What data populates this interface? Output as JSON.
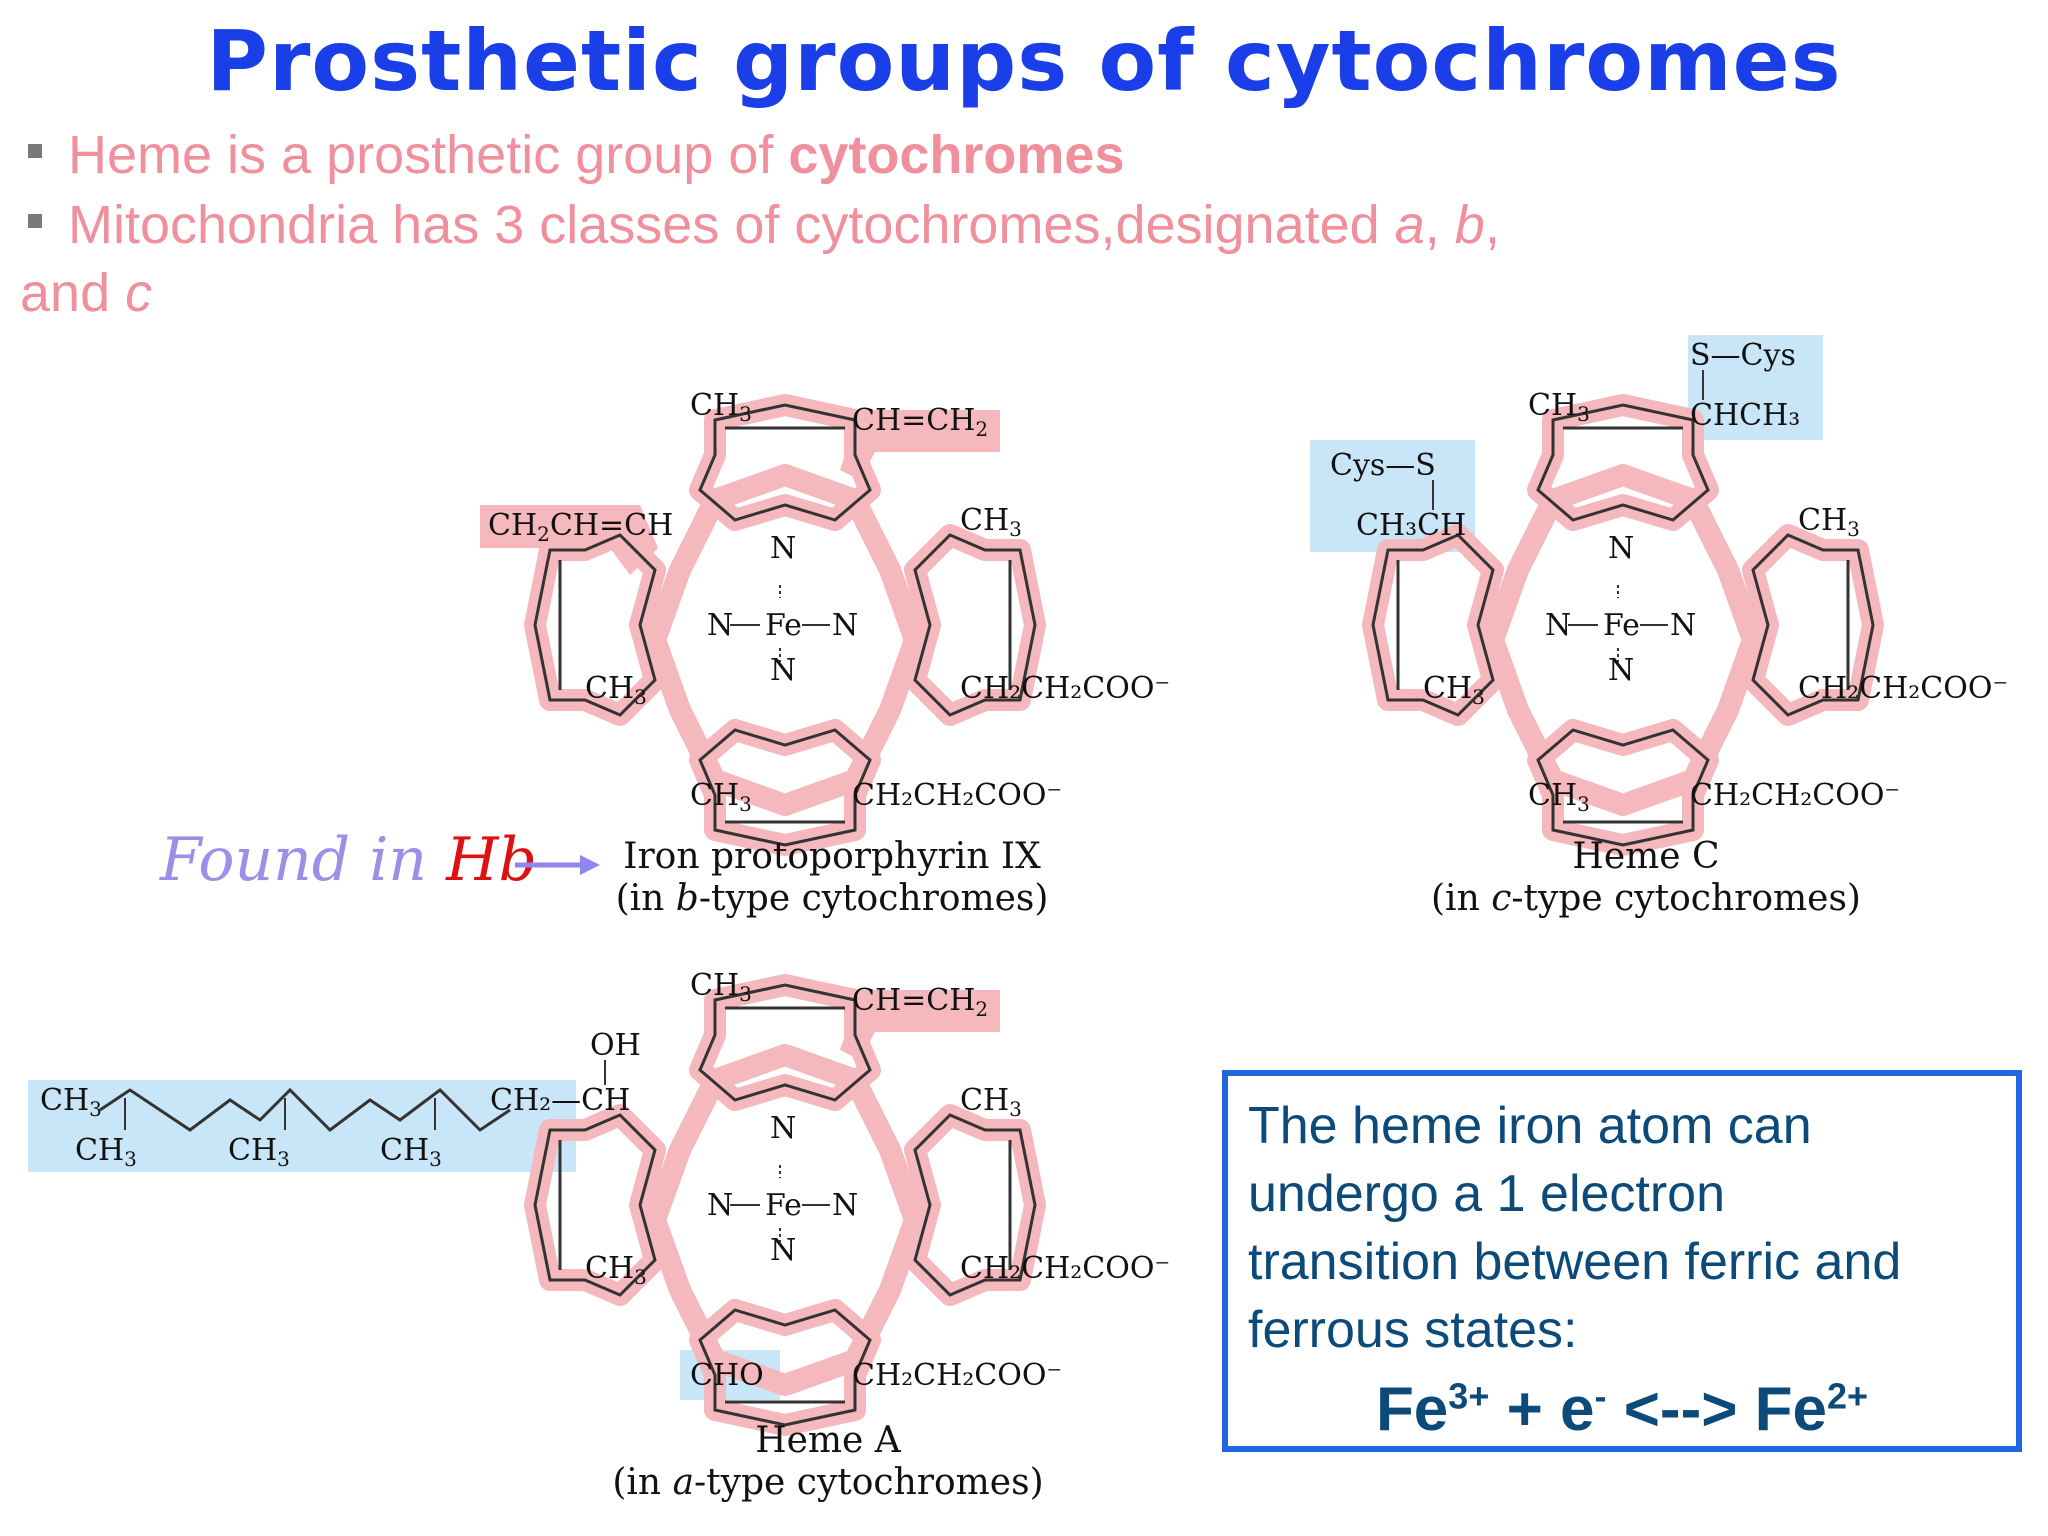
{
  "title": "Prosthetic groups of cytochromes",
  "bullets": {
    "b1_pre": "Heme  is a prosthetic group of ",
    "b1_bold": "cytochromes",
    "b2_line1": "Mitochondria has 3 classes of cytochromes,designated ",
    "b2_a": "a",
    "b2_sep1": ", ",
    "b2_b": "b",
    "b2_sep2": ",",
    "b2_line2_pre": "and ",
    "b2_c": "c"
  },
  "annotation": {
    "found_in": "Found in ",
    "hb": "Hb"
  },
  "labels": {
    "ch3": "CH",
    "three": "3",
    "n": "N",
    "fe": "Fe",
    "vinyl_right": "CH=CH",
    "vinyl_left": "CH=CH",
    "two": "2",
    "propionate": "CH₂CH₂COO⁻",
    "cys_s": "Cys—S",
    "ch3ch": "CH₃CH",
    "s_cys": "S—Cys",
    "chch3": "CHCH₃",
    "oh": "OH",
    "ch2_ch": "CH₂—CH",
    "cho": "CHO"
  },
  "captions": {
    "iron_title": "Iron protoporphyrin IX",
    "iron_sub_pre": "(in ",
    "iron_sub_it": "b",
    "iron_sub_post": "-type cytochromes)",
    "hemec_title": "Heme C",
    "hemec_sub_pre": "(in ",
    "hemec_sub_it": "c",
    "hemec_sub_post": "-type cytochromes)",
    "hemea_title": "Heme A",
    "hemea_sub_pre": "(in ",
    "hemea_sub_it": "a",
    "hemea_sub_post": "-type cytochromes)"
  },
  "info": {
    "line1": "The heme iron atom can",
    "line2": "undergo a 1 electron",
    "line3": "transition between ferric and",
    "line4": "ferrous states:",
    "eq_fe": "Fe",
    "eq_3": "3+",
    "eq_mid": " + e",
    "eq_minus": "-",
    "eq_arrow": " <--> Fe",
    "eq_2": "2+"
  },
  "colors": {
    "title": "#1a3ee8",
    "bullet_text": "#f0909c",
    "highlight_pink": "#f4b8bd",
    "highlight_blue": "#c8e6f7",
    "found_text": "#9b8fe8",
    "hb_text": "#dd1111",
    "arrow": "#8f86ee",
    "info_border": "#1f66e0",
    "info_text": "#0c4a7a"
  }
}
